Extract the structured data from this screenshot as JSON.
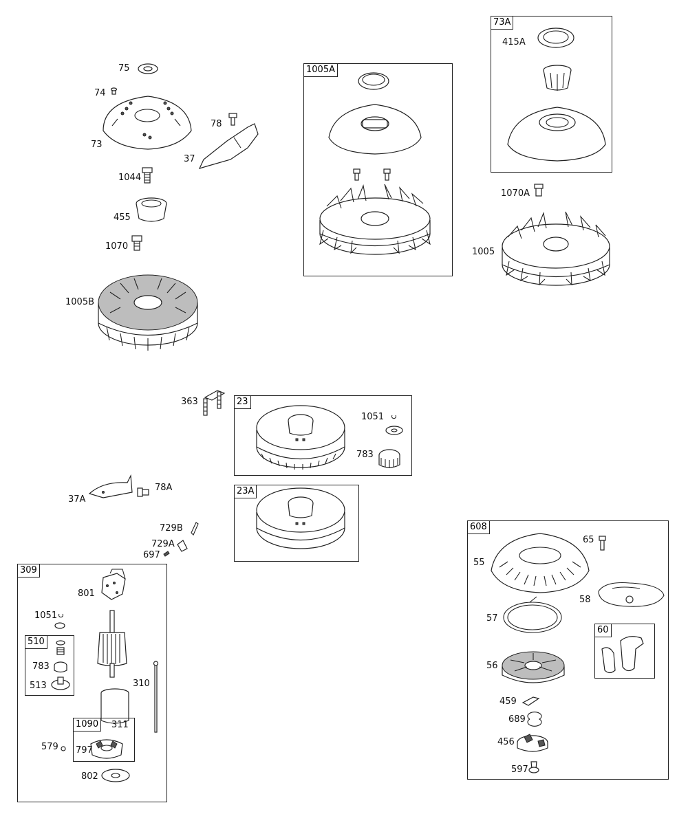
{
  "labels": {
    "l75": "75",
    "l74": "74",
    "l73": "73",
    "l78": "78",
    "l37": "37",
    "l1044": "1044",
    "l455": "455",
    "l1070": "1070",
    "l1005B": "1005B",
    "l415A": "415A",
    "l1070A": "1070A",
    "l1005": "1005",
    "l363": "363",
    "l1051a": "1051",
    "l783a": "783",
    "l37A": "37A",
    "l78A": "78A",
    "l729B": "729B",
    "l729A": "729A",
    "l697": "697",
    "l801": "801",
    "l1051b": "1051",
    "l783b": "783",
    "l513": "513",
    "l310": "310",
    "l311": "311",
    "l579": "579",
    "l797": "797",
    "l802": "802",
    "l65": "65",
    "l55": "55",
    "l58": "58",
    "l57": "57",
    "l56": "56",
    "l459": "459",
    "l689": "689",
    "l456": "456",
    "l597": "597"
  },
  "boxes": {
    "b1005A": "1005A",
    "b73A": "73A",
    "b23": "23",
    "b23A": "23A",
    "b309": "309",
    "b510": "510",
    "b1090": "1090",
    "b608": "608",
    "b60": "60"
  }
}
